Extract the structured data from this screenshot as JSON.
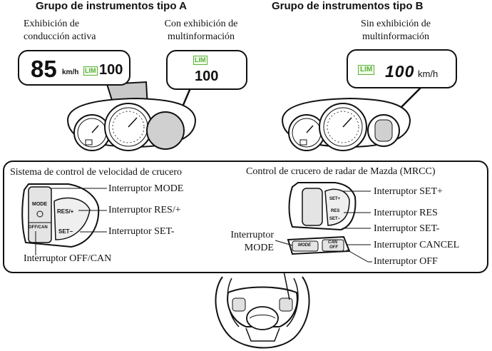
{
  "cluster_a": {
    "title": "Grupo de instrumentos tipo A",
    "active_display_label": "Exhibición de\nconducción activa",
    "multi_display_label": "Con exhibición de\nmultinformación",
    "active_speed": "85",
    "active_unit": "km/h",
    "active_lim": "LIM",
    "active_limit_value": "100",
    "multi_lim": "LIM",
    "multi_value": "100"
  },
  "cluster_b": {
    "title": "Grupo de instrumentos tipo B",
    "no_multi_label": "Sin exhibición de\nmultinformación",
    "lim": "LIM",
    "value": "100",
    "unit": "km/h"
  },
  "cruise_control": {
    "title": "Sistema de control de velocidad de crucero",
    "switch_text": {
      "mode": "MODE",
      "res": "RES/+",
      "set": "SET−",
      "offcan": "OFF/CAN"
    },
    "labels": {
      "mode": "Interruptor MODE",
      "res": "Interruptor RES/+",
      "set": "Interruptor SET-",
      "offcan": "Interruptor OFF/CAN"
    }
  },
  "mrcc": {
    "title": "Control de crucero de radar de Mazda (MRCC)",
    "switch_text": {
      "set_plus": "SET+",
      "res": "RES",
      "set_minus": "SET−",
      "mode": "MODE",
      "can": "CAN",
      "off": "OFF"
    },
    "labels": {
      "set_plus": "Interruptor SET+",
      "res": "Interruptor RES",
      "set_minus": "Interruptor SET-",
      "mode": "Interruptor\nMODE",
      "cancel": "Interruptor CANCEL",
      "off": "Interruptor OFF"
    }
  },
  "colors": {
    "lim_green": "#56b33c",
    "outline": "#111111",
    "gray_fill": "#c8c8c8"
  }
}
